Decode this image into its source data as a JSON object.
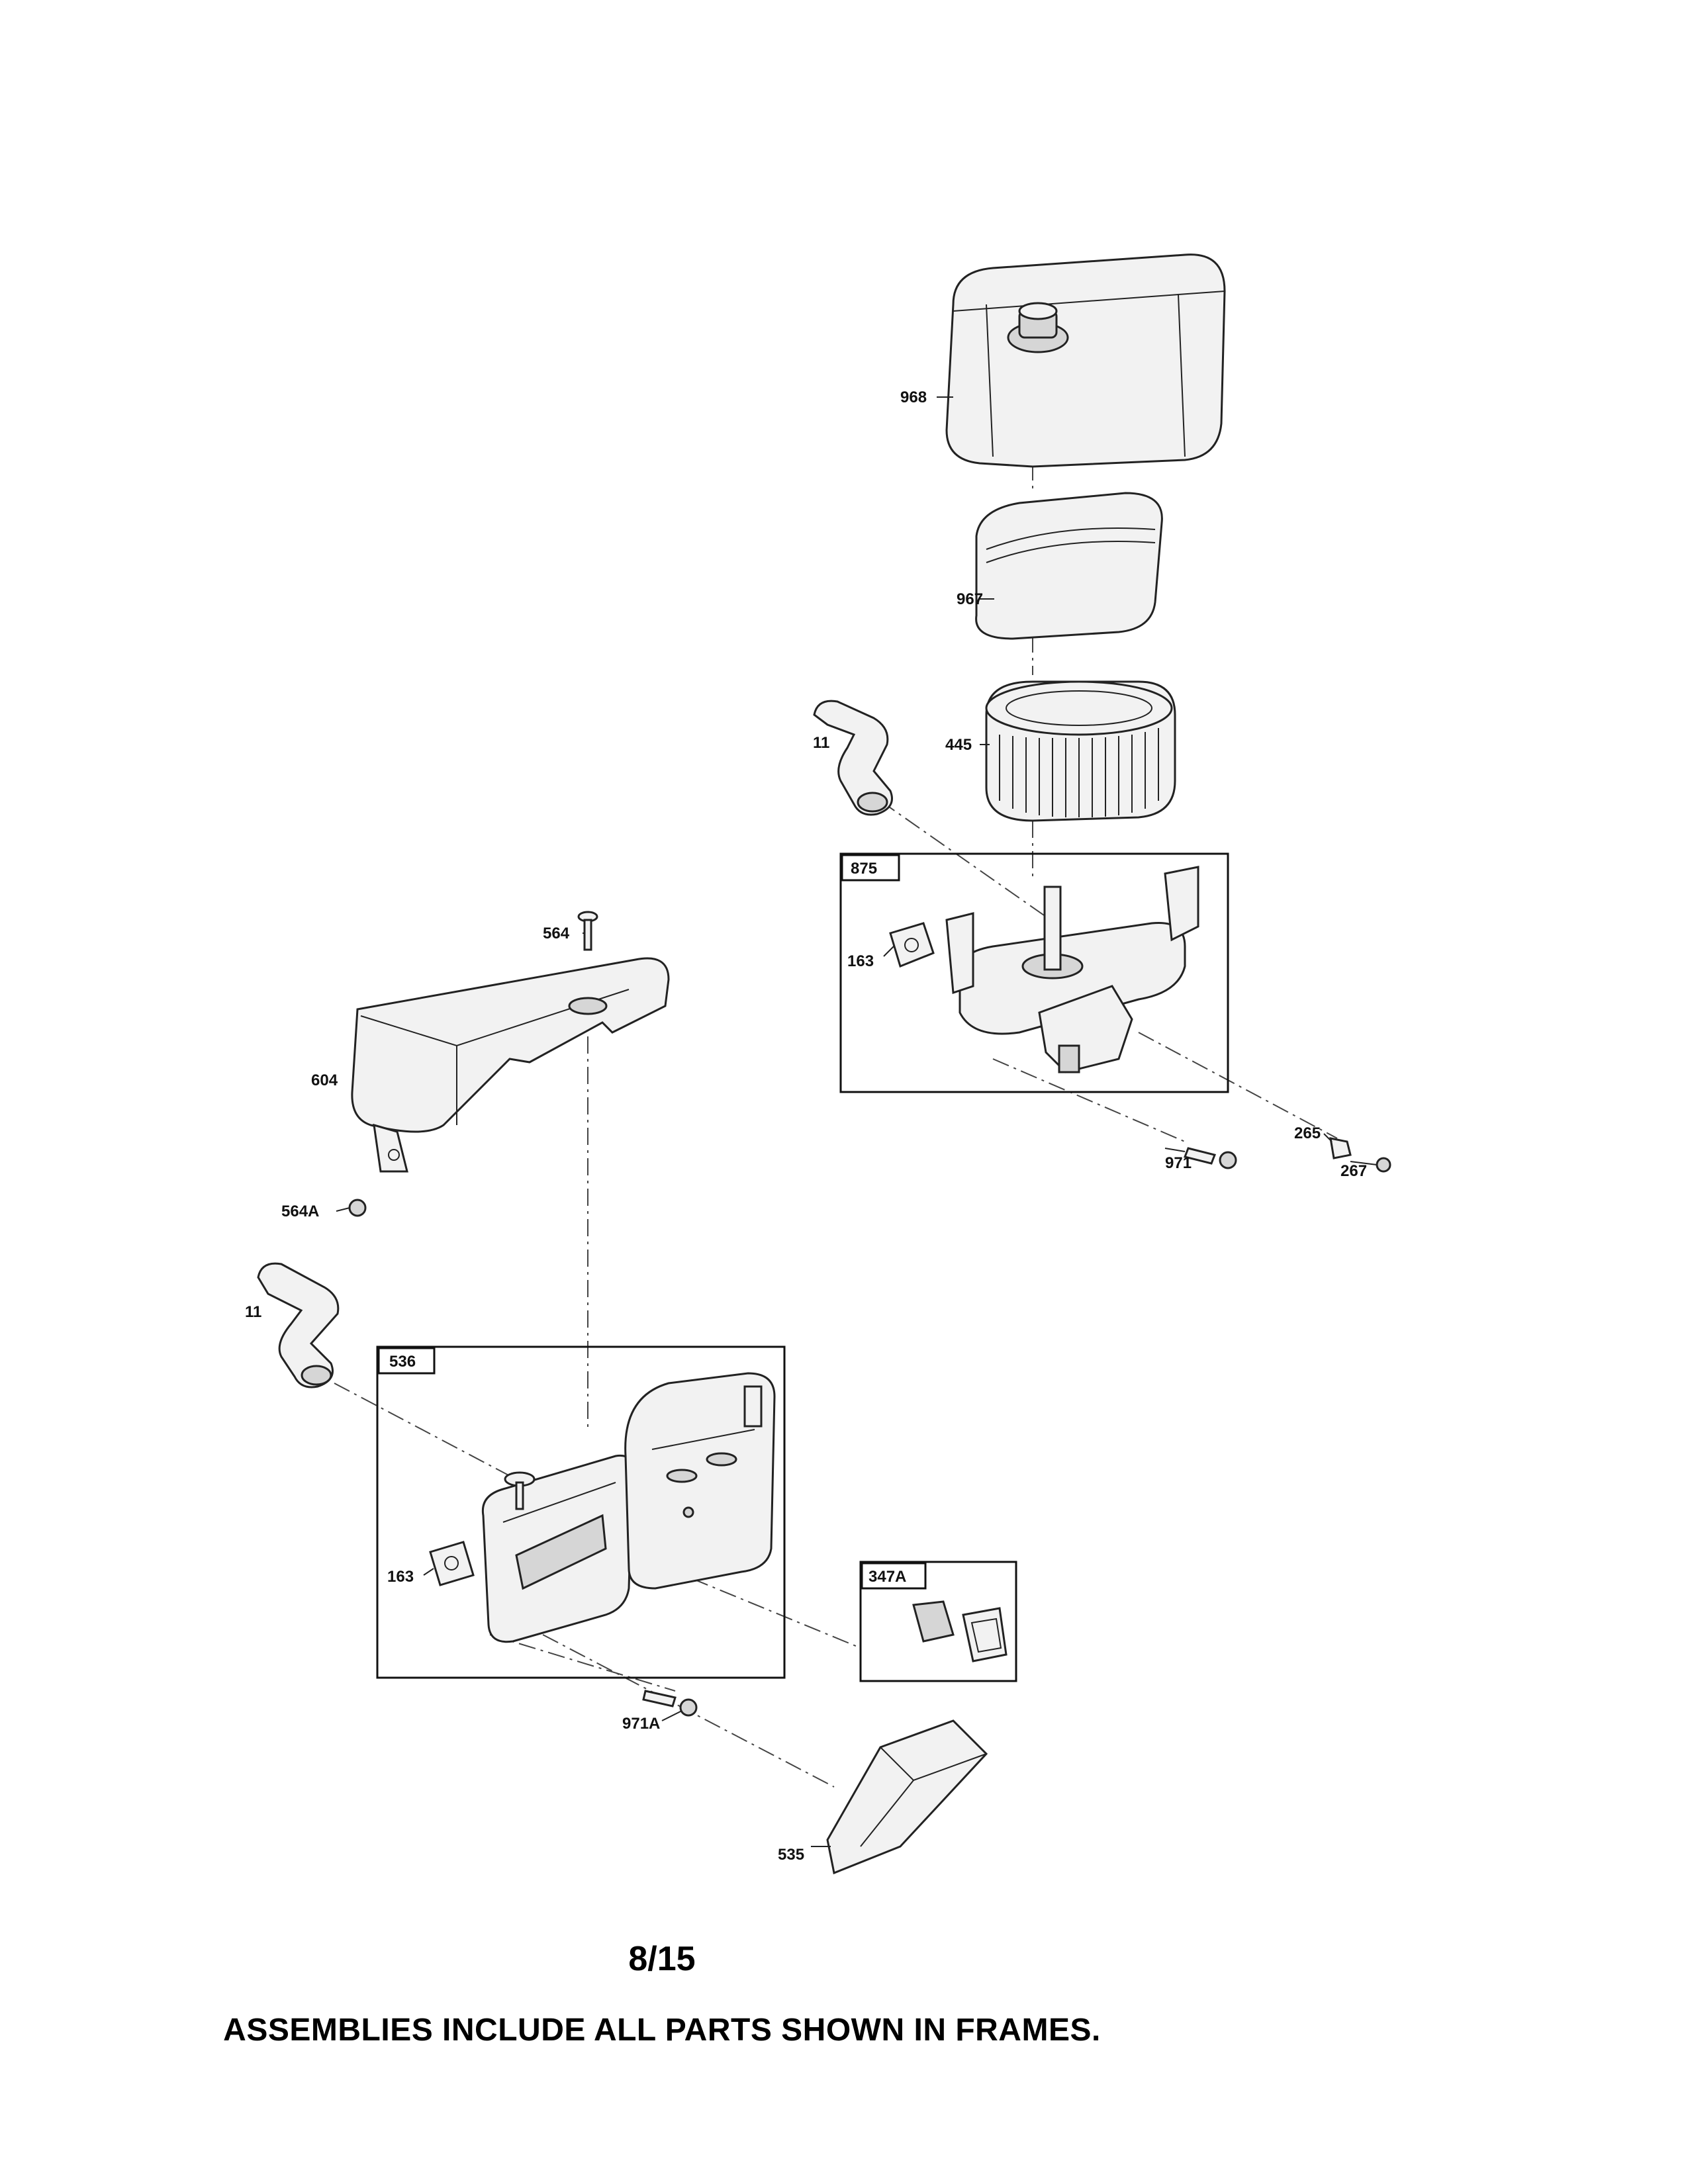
{
  "page_number": "8/15",
  "footer_note": "ASSEMBLIES INCLUDE ALL PARTS SHOWN IN FRAMES.",
  "labels": {
    "p968": "968",
    "p967": "967",
    "p445": "445",
    "p11_upper": "11",
    "frame875": "875",
    "p163_upper": "163",
    "p971": "971",
    "p265": "265",
    "p267": "267",
    "p564": "564",
    "p604": "604",
    "p564A": "564A",
    "p11_lower": "11",
    "frame536": "536",
    "p163_lower": "163",
    "frame347A": "347A",
    "p971A": "971A",
    "p535": "535"
  }
}
